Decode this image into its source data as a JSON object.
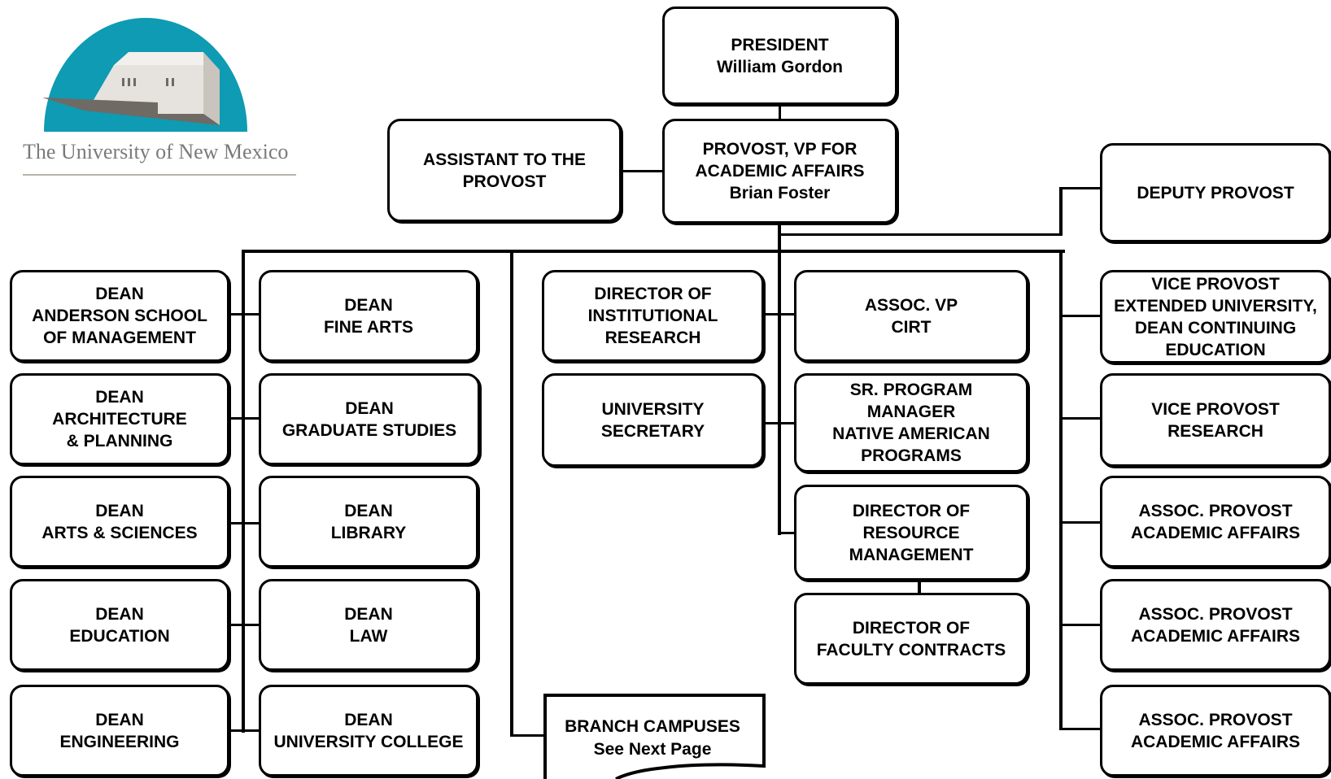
{
  "logo": {
    "name": "The University of New Mexico",
    "colors": {
      "dome": "#0e9bb3",
      "building_light": "#e6e3df",
      "building_mid": "#c9c4bd",
      "building_dark": "#6f6a64"
    }
  },
  "boxes": {
    "president": [
      "PRESIDENT",
      "William Gordon"
    ],
    "assistant": [
      "ASSISTANT TO THE",
      "PROVOST"
    ],
    "provost": [
      "PROVOST, VP FOR",
      "ACADEMIC AFFAIRS",
      "Brian Foster"
    ],
    "deputy": [
      "DEPUTY PROVOST"
    ],
    "dean_anderson": [
      "DEAN",
      "ANDERSON SCHOOL",
      "OF MANAGEMENT"
    ],
    "dean_architecture": [
      "DEAN",
      "ARCHITECTURE",
      "& PLANNING"
    ],
    "dean_arts_sciences": [
      "DEAN",
      "ARTS & SCIENCES"
    ],
    "dean_education": [
      "DEAN",
      "EDUCATION"
    ],
    "dean_engineering": [
      "DEAN",
      "ENGINEERING"
    ],
    "dean_fine_arts": [
      "DEAN",
      "FINE ARTS"
    ],
    "dean_graduate": [
      "DEAN",
      "GRADUATE STUDIES"
    ],
    "dean_library": [
      "DEAN",
      "LIBRARY"
    ],
    "dean_law": [
      "DEAN",
      "LAW"
    ],
    "dean_university_college": [
      "DEAN",
      "UNIVERSITY COLLEGE"
    ],
    "director_institutional": [
      "DIRECTOR OF",
      "INSTITUTIONAL",
      "RESEARCH"
    ],
    "university_secretary": [
      "UNIVERSITY",
      "SECRETARY"
    ],
    "assoc_vp_cirt": [
      "ASSOC. VP",
      "CIRT"
    ],
    "sr_program_manager": [
      "SR. PROGRAM",
      "MANAGER",
      "NATIVE AMERICAN",
      "PROGRAMS"
    ],
    "director_resource": [
      "DIRECTOR OF",
      "RESOURCE",
      "MANAGEMENT"
    ],
    "director_faculty": [
      "DIRECTOR OF",
      "FACULTY CONTRACTS"
    ],
    "vp_extended": [
      "VICE PROVOST",
      "EXTENDED UNIVERSITY,",
      "DEAN CONTINUING",
      "EDUCATION"
    ],
    "vp_research": [
      "VICE PROVOST",
      "RESEARCH"
    ],
    "assoc_provost_1": [
      "ASSOC. PROVOST",
      "ACADEMIC AFFAIRS"
    ],
    "assoc_provost_2": [
      "ASSOC. PROVOST",
      "ACADEMIC AFFAIRS"
    ],
    "assoc_provost_3": [
      "ASSOC. PROVOST",
      "ACADEMIC AFFAIRS"
    ]
  },
  "branch": [
    "BRANCH CAMPUSES",
    "See Next Page"
  ]
}
